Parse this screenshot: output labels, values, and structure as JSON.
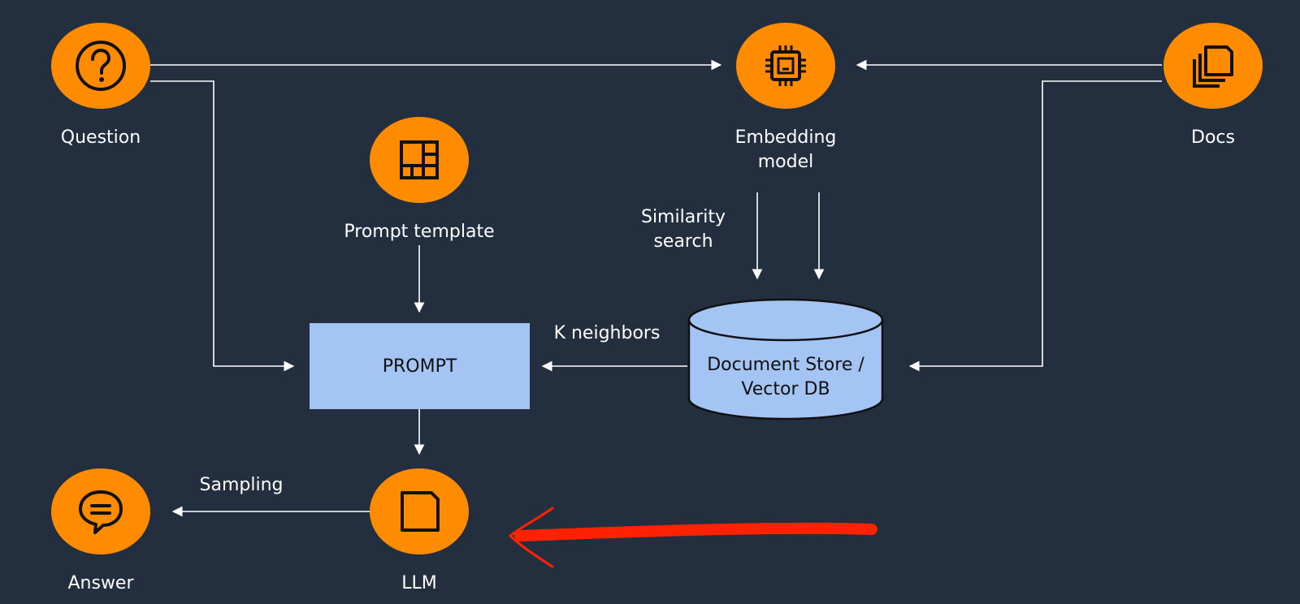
{
  "nodes": {
    "question": {
      "label": "Question",
      "icon": "question-icon"
    },
    "embedding": {
      "label_line1": "Embedding",
      "label_line2": "model",
      "icon": "chip-icon"
    },
    "docs": {
      "label": "Docs",
      "icon": "stacked-docs-icon"
    },
    "prompt_template": {
      "label": "Prompt template",
      "icon": "layout-grid-icon"
    },
    "llm": {
      "label": "LLM",
      "icon": "square-icon"
    },
    "answer": {
      "label": "Answer",
      "icon": "chat-bubble-icon"
    }
  },
  "prompt_box": {
    "label": "PROMPT"
  },
  "vector_db": {
    "label_line1": "Document Store /",
    "label_line2": "Vector DB"
  },
  "edges": {
    "similarity_line1": "Similarity",
    "similarity_line2": "search",
    "k_neighbors": "K neighbors",
    "sampling": "Sampling"
  },
  "colors": {
    "background": "#232f3e",
    "node_fill": "#ff8c00",
    "box_fill": "#a4c4f4",
    "annotation": "#ff2200"
  }
}
